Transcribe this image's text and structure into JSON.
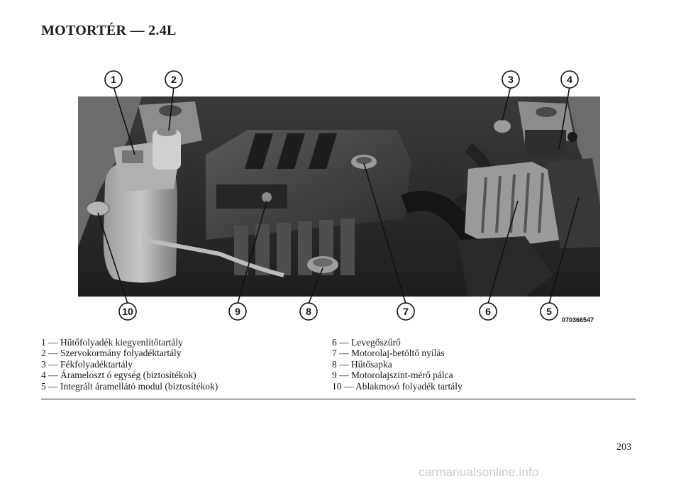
{
  "page": {
    "title": "MOTORTÉR — 2.4L",
    "page_number": "203",
    "watermark": "carmanualsonline.info"
  },
  "figure": {
    "image_code": "070366547",
    "callout_numbers": [
      "1",
      "2",
      "3",
      "4",
      "5",
      "6",
      "7",
      "8",
      "9",
      "10"
    ]
  },
  "legend": {
    "left": [
      "1 — Hűtőfolyadék kiegyenlítőtartály",
      "2 — Szervokormány folyadéktartály",
      "3 — Fékfolyadéktartály",
      "4 — Árameloszt ó egység (biztosítékok)",
      "5 — Integrált áramellátó modul (biztosítékok)"
    ],
    "right": [
      "6 — Levegőszűrő",
      "7 — Motorolaj-betöltő nyílás",
      "8 — Hűtősapka",
      "9 — Motorolajszint-mérő pálca",
      "10 — Ablakmosó folyadék tartály"
    ]
  }
}
